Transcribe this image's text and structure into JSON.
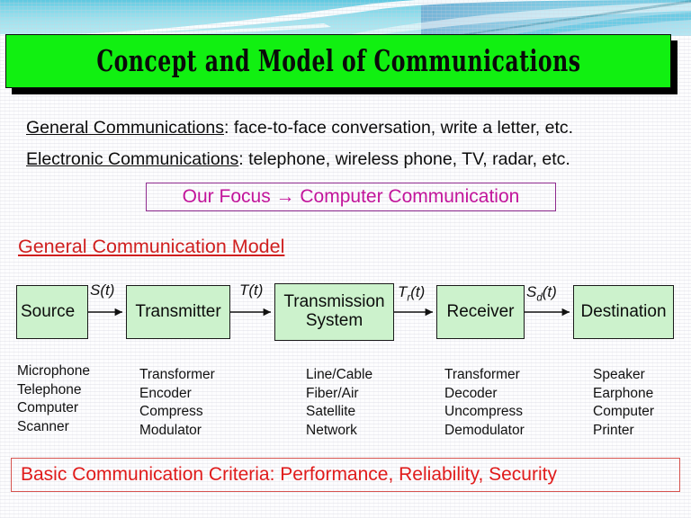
{
  "slide": {
    "title": "Concept and Model of Communications",
    "accent_green": "#11f011",
    "accent_red": "#e01b1b",
    "accent_magenta": "#c2159b",
    "node_fill": "#ccf2cc",
    "header_band": "#7fd6e8"
  },
  "bullets": [
    {
      "label": "General Communications",
      "body": ": face-to-face conversation, write a letter, etc."
    },
    {
      "label": "Electronic Communications",
      "body": ": telephone, wireless phone, TV, radar, etc."
    }
  ],
  "focus": {
    "text": "Our Focus → Computer Communication"
  },
  "model": {
    "heading": "General Communication Model",
    "nodes": [
      {
        "label": "Source"
      },
      {
        "label": "Transmitter"
      },
      {
        "label": "Transmission\nSystem"
      },
      {
        "label": "Receiver"
      },
      {
        "label": "Destination"
      }
    ],
    "edge_labels": [
      {
        "main": "S",
        "sub": "",
        "tail": "(t)"
      },
      {
        "main": "T",
        "sub": "",
        "tail": "(t)"
      },
      {
        "main": "T",
        "sub": "r",
        "tail": "(t)"
      },
      {
        "main": "S",
        "sub": "d",
        "tail": "(t)"
      }
    ],
    "columns": [
      {
        "items": [
          "Microphone",
          "Telephone",
          "Computer",
          "Scanner"
        ]
      },
      {
        "items": [
          "Transformer",
          "Encoder",
          "Compress",
          "Modulator"
        ]
      },
      {
        "items": [
          "Line/Cable",
          "Fiber/Air",
          "Satellite",
          "Network"
        ]
      },
      {
        "items": [
          "Transformer",
          "Decoder",
          "Uncompress",
          "Demodulator"
        ]
      },
      {
        "items": [
          "Speaker",
          "Earphone",
          "Computer",
          "Printer"
        ]
      }
    ]
  },
  "criteria": {
    "text": "Basic Communication Criteria: Performance, Reliability, Security"
  }
}
